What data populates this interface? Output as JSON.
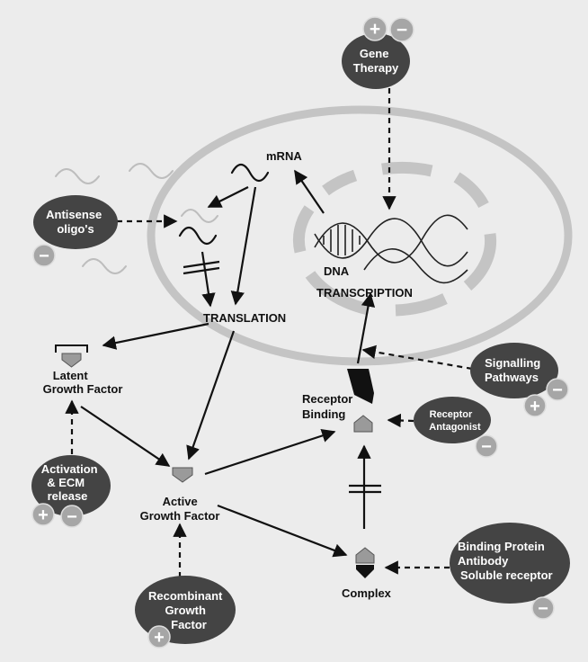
{
  "colors": {
    "background": "#ececec",
    "ellipse_fill": "#444444",
    "sign_fill": "#a6a6a6",
    "nucleus_stroke": "#c4c4c4",
    "cell_stroke": "#c4c4c4",
    "arrow": "#111111"
  },
  "nodes": {
    "gene_therapy": {
      "line1": "Gene",
      "line2": "Therapy"
    },
    "antisense": {
      "line1": "Antisense",
      "line2": "oligo's"
    },
    "signalling": {
      "line1": "Signalling",
      "line2": "Pathways"
    },
    "receptor_antagonist": {
      "line1": "Receptor",
      "line2": "Antagonist"
    },
    "activation": {
      "line1": "Activation",
      "line2": "& ECM",
      "line3": "release"
    },
    "recombinant": {
      "line1": "Recombinant",
      "line2": "Growth",
      "line3": "Factor"
    },
    "binding_protein": {
      "line1": "Binding Protein",
      "line2": "Antibody",
      "line3": "Soluble receptor"
    }
  },
  "labels": {
    "mrna": "mRNA",
    "dna": "DNA",
    "transcription": "TRANSCRIPTION",
    "translation": "TRANSLATION",
    "latent1": "Latent",
    "latent2": "Growth Factor",
    "active1": "Active",
    "active2": "Growth Factor",
    "receptor1": "Receptor",
    "receptor2": "Binding",
    "complex": "Complex"
  },
  "signs": {
    "plus": "+",
    "minus": "−"
  }
}
